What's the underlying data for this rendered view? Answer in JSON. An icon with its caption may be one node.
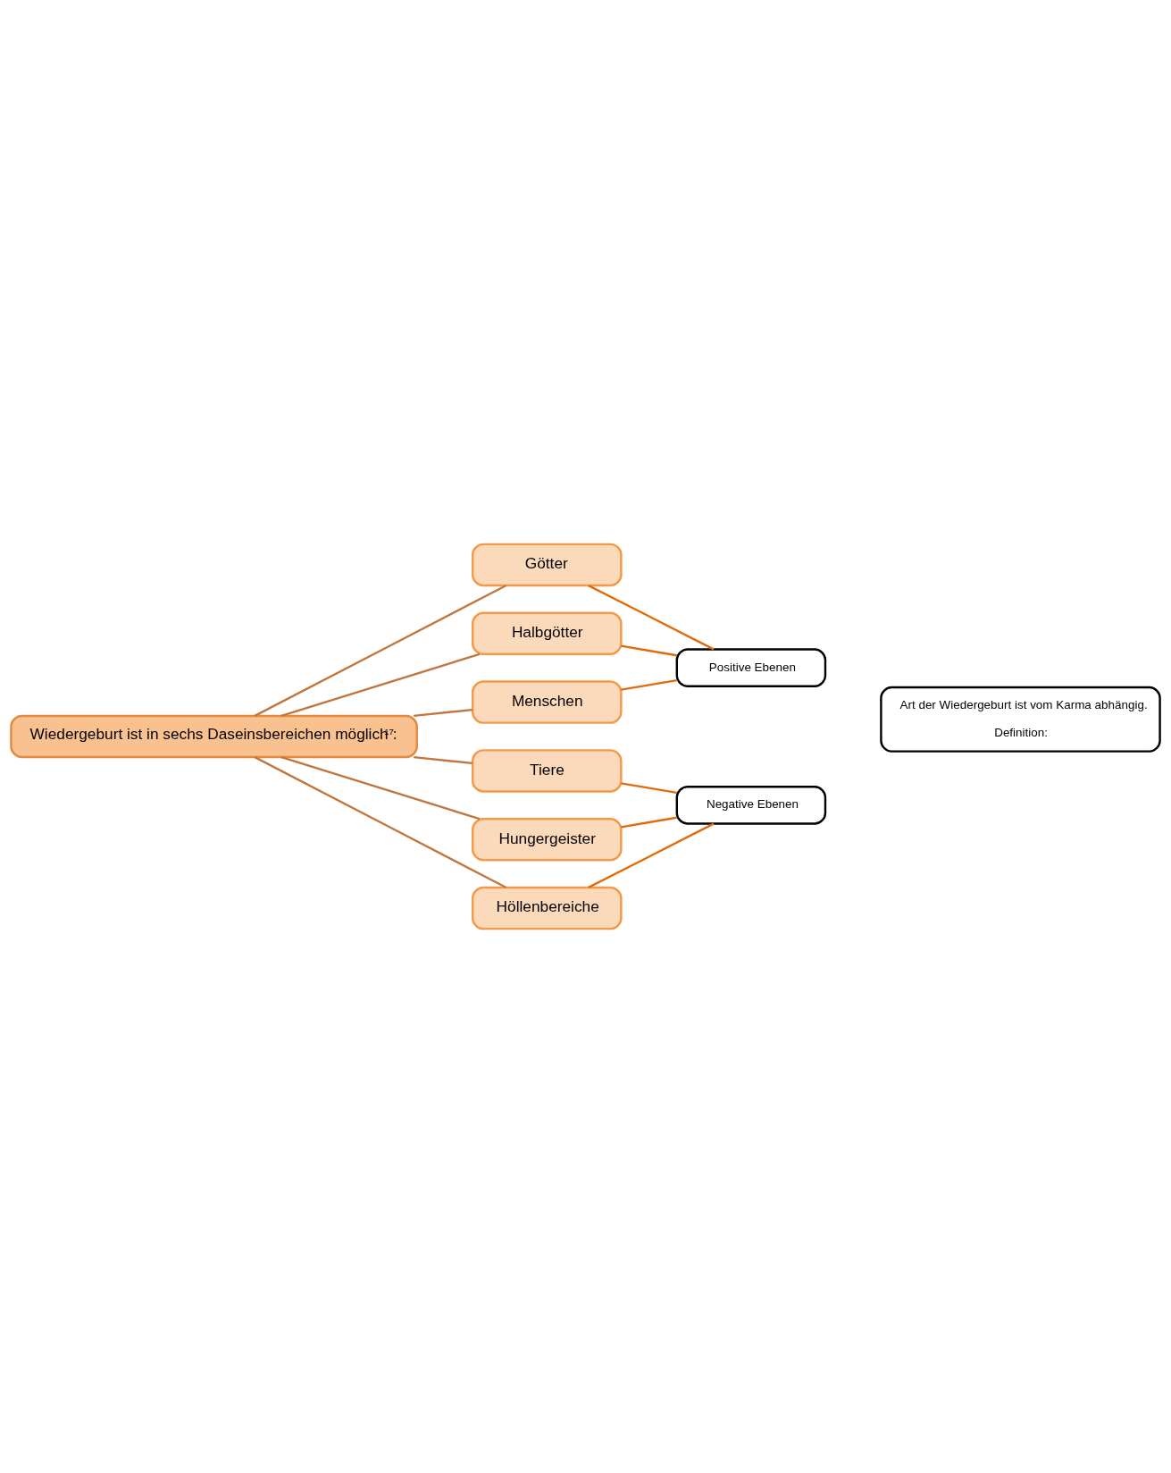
{
  "diagram": {
    "nodes": [
      {
        "text": [
          "Wiedergeburt ist in sechs Daseinsbereichen möglich$^{17}$:"
        ]
      },
      {
        "text": [
          "Götter"
        ]
      },
      {
        "text": [
          "Halbgötter"
        ]
      },
      {
        "text": [
          "Menschen"
        ]
      },
      {
        "text": [
          "Tiere"
        ]
      },
      {
        "text": [
          "Hungergeister"
        ]
      },
      {
        "text": [
          "Höllenbereiche"
        ]
      },
      {
        "text": [
          "Positive Ebenen"
        ]
      },
      {
        "text": [
          "Negative Ebenen"
        ]
      },
      {
        "text": [
          "Art der Wiedergeburt ist vom Karma abhängig.",
          "Definition:"
        ]
      }
    ],
    "edges": [
      {
        "from": 0,
        "to": 1,
        "arrow": "none"
      },
      {
        "from": 0,
        "to": 2,
        "arrow": "none"
      },
      {
        "from": 0,
        "to": 3,
        "arrow": "none"
      },
      {
        "from": 0,
        "to": 4,
        "arrow": "none"
      },
      {
        "from": 0,
        "to": 5,
        "arrow": "none"
      },
      {
        "from": 0,
        "to": 6,
        "arrow": "none"
      },
      {
        "from": 1,
        "to": 7,
        "arrow": "none",
        "color": "#e36c0a"
      },
      {
        "from": 2,
        "to": 7,
        "arrow": "none",
        "color": "#e36c0a"
      },
      {
        "from": 3,
        "to": 7,
        "arrow": "none",
        "color": "#e36c0a"
      },
      {
        "from": 4,
        "to": 8,
        "arrow": "none",
        "color": "#e36c0a"
      },
      {
        "from": 5,
        "to": 8,
        "arrow": "none",
        "color": "#e36c0a"
      },
      {
        "from": 6,
        "to": 8,
        "arrow": "none",
        "color": "#e36c0a"
      }
    ]
  }
}
